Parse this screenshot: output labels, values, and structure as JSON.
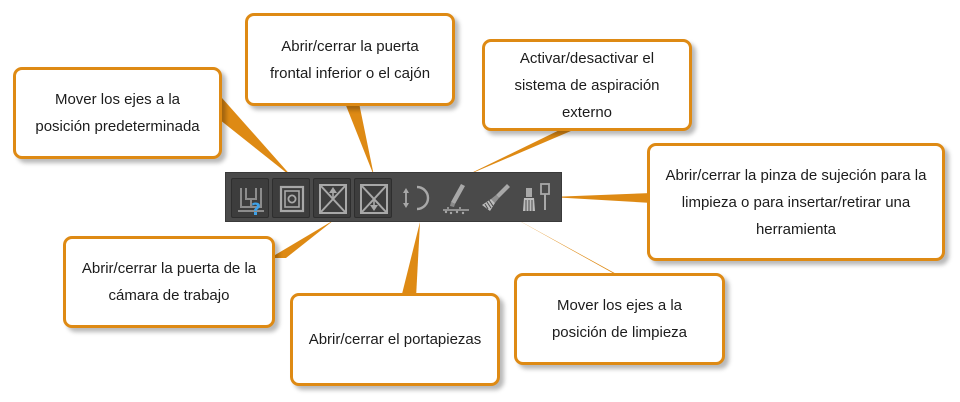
{
  "callouts": {
    "move_default": "Mover los ejes a la posición predeterminada",
    "front_door": "Abrir/cerrar la puerta frontal inferior o el cajón",
    "aspiration": "Activar/desactivar el sistema de aspiración externo",
    "clamp": "Abrir/cerrar la pinza de sujeción para la limpieza o para insertar/retirar una herramienta",
    "work_chamber_door": "Abrir/cerrar la puerta de la cámara de trabajo",
    "workpiece_holder": "Abrir/cerrar el portapiezas",
    "move_cleaning": "Mover los ejes a la posición de limpieza"
  },
  "toolbar": {
    "icons": [
      "machine-help-icon",
      "chamber-door-icon",
      "front-door-up-icon",
      "front-door-down-icon",
      "workpiece-holder-icon",
      "aspiration-icon",
      "cleaning-brush-icon",
      "clamp-tool-icon"
    ]
  },
  "colors": {
    "callout_border": "#de8a14",
    "toolbar_bg": "#4a4a4a",
    "icon_gray": "#a8a8a8",
    "help_blue": "#3fa2e8"
  }
}
